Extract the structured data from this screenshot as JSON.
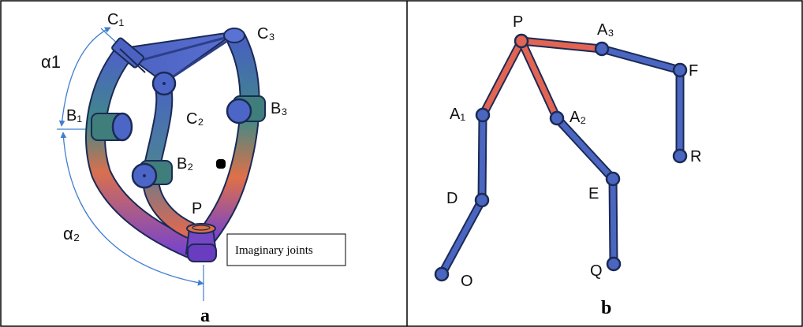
{
  "colors": {
    "link_blue": "#4a66c0",
    "link_red": "#e26452",
    "joint_blue": "#4a66c0",
    "joint_red": "#e26452",
    "outline": "#1b2a55",
    "annot": "#3f7ed0",
    "border": "#000000"
  },
  "panel_a": {
    "caption": "a",
    "labels": {
      "c1": "C₁",
      "c2": "C₂",
      "c3": "C₃",
      "b1": "B₁",
      "b2": "B₂",
      "b3": "B₃",
      "p": "P",
      "alpha1": "α1",
      "alpha2": "α₂"
    },
    "callout": "Imaginary joints"
  },
  "panel_b": {
    "caption": "b",
    "labels": {
      "p": "P",
      "a1": "A₁",
      "a2": "A₂",
      "a3": "A₃",
      "d": "D",
      "e": "E",
      "f": "F",
      "o": "O",
      "q": "Q",
      "r": "R"
    }
  }
}
